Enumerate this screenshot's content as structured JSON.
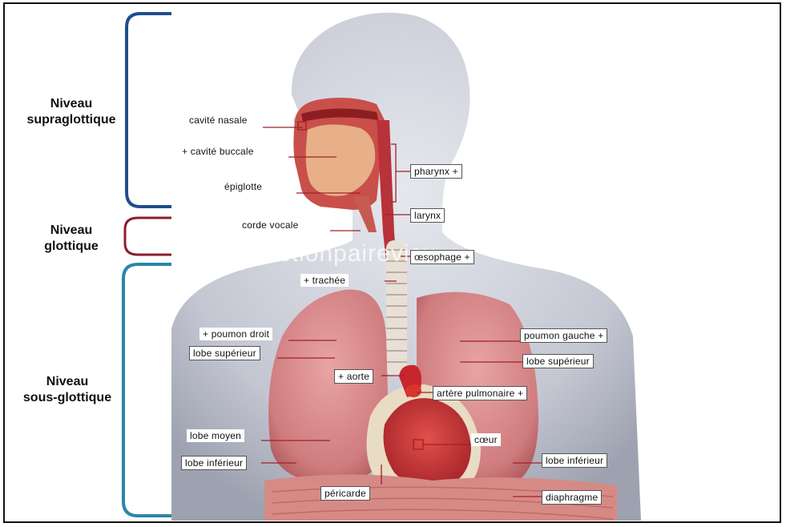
{
  "levels": {
    "supraglottique": "Niveau\nsupraglottique",
    "glottique": "Niveau\nglottique",
    "sousglottique": "Niveau\nsous-glottique"
  },
  "labels": {
    "cavite_nasale": "cavité nasale",
    "cavite_buccale": "+ cavité buccale",
    "epiglotte": "épiglotte",
    "corde_vocale": "corde vocale",
    "pharynx": "pharynx +",
    "larynx": "larynx",
    "oesophage": "œsophage +",
    "trachee": "+ trachée",
    "poumon_droit": "+ poumon droit",
    "lobe_superieur_droit": "lobe supérieur",
    "poumon_gauche": "poumon gauche +",
    "lobe_superieur_gauche": "lobe supérieur",
    "aorte": "+ aorte",
    "artere_pulmonaire": "artère pulmonaire +",
    "lobe_moyen": "lobe moyen",
    "coeur": "cœur",
    "lobe_inferieur_droit": "lobe inférieur",
    "lobe_inferieur_gauche": "lobe inférieur",
    "pericarde": "péricarde",
    "diaphragme": "diaphragme"
  },
  "watermark": "actionpairevisu",
  "colors": {
    "bracket_supra": "#1f4e8c",
    "bracket_glottique": "#8b1f2a",
    "bracket_sous": "#2a86a8",
    "body_skin": "#c9ccd6",
    "lung": "#d98a8a",
    "leader_line": "#a0202a"
  }
}
